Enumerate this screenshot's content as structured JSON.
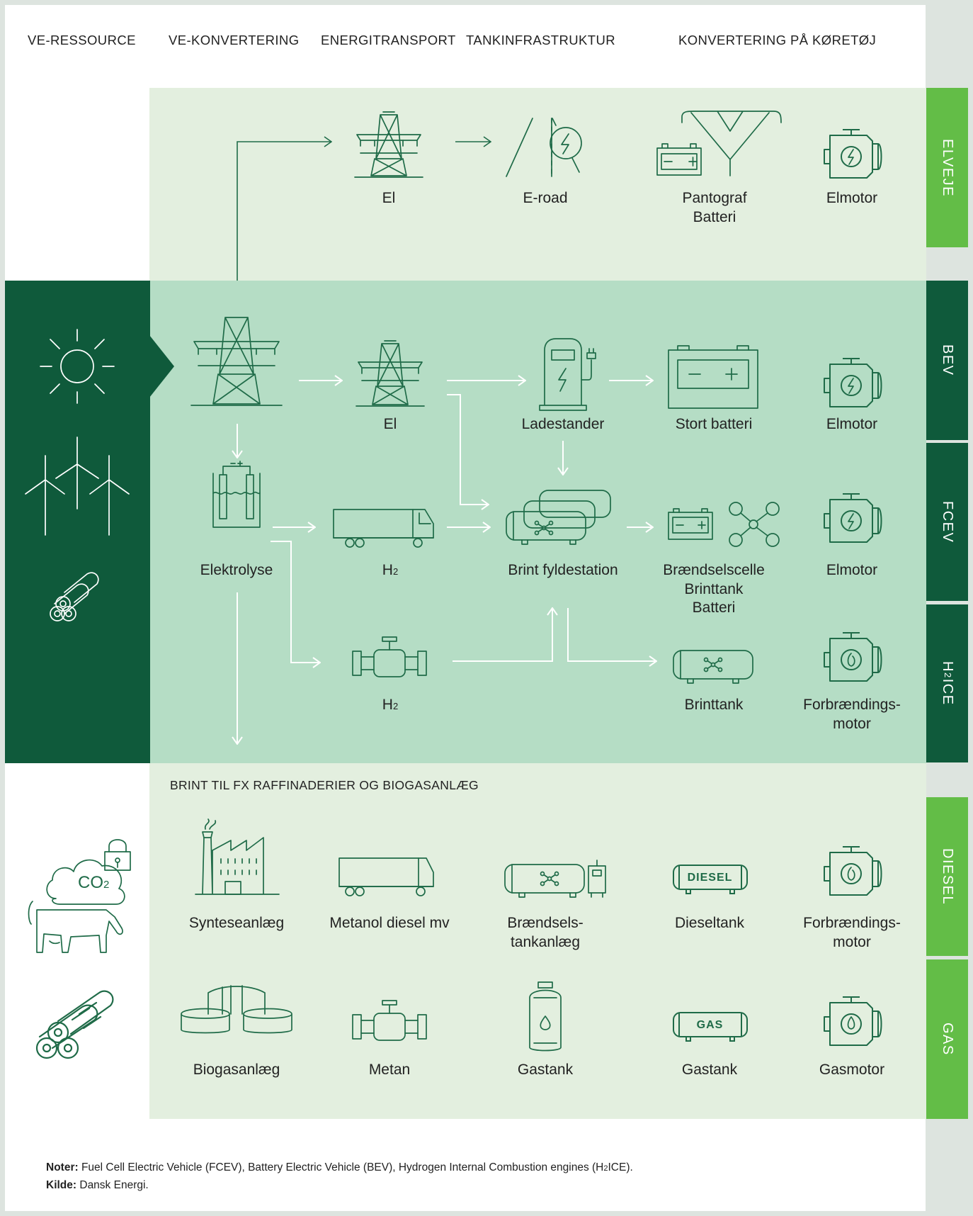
{
  "column_headers": [
    "VE-RESSOURCE",
    "VE-KONVERTERING",
    "ENERGITRANSPORT",
    "TANKINFRASTRUKTUR",
    "KONVERTERING PÅ KØRETØJ"
  ],
  "side_tabs": [
    "ELVEJE",
    "BEV",
    "FCEV",
    "ICE",
    "DIESEL",
    "GAS"
  ],
  "h2ice_tab": {
    "prefix": "H",
    "sub": "2",
    "rest": "ICE"
  },
  "elveje_row": {
    "el": "El",
    "eroad": "E-road",
    "pantograf": "Pantograf\nBatteri",
    "elmotor": "Elmotor"
  },
  "bev_row": {
    "el": "El",
    "ladestander": "Ladestander",
    "stort_batteri": "Stort batteri",
    "elmotor": "Elmotor"
  },
  "fcev_row": {
    "elektrolyse": "Elektrolyse",
    "h2": "H",
    "h2_sub": "2",
    "brint_fyldestation": "Brint fyldestation",
    "braendselscelle": "Brændselscelle\nBrinttank\nBatteri",
    "elmotor": "Elmotor"
  },
  "h2ice_row": {
    "h2": "H",
    "h2_sub": "2",
    "brinttank": "Brinttank",
    "motor": "Forbrændings-\nmotor"
  },
  "brint_caption": "BRINT TIL FX RAFFINADERIER OG BIOGASANLÆG",
  "diesel_row": {
    "synteseanlaeg": "Synteseanlæg",
    "metanol": "Metanol diesel mv",
    "braendselstankanlaeg": "Brændsels-\ntankanlæg",
    "dieseltank": "Dieseltank",
    "motor": "Forbrændings-\nmotor",
    "tank_badge": "DIESEL"
  },
  "gas_row": {
    "biogasanlaeg": "Biogasanlæg",
    "metan": "Metan",
    "gastank_station": "Gastank",
    "gastank_vehicle": "Gastank",
    "gasmotor": "Gasmotor",
    "tank_badge": "GAS"
  },
  "co2_label": {
    "main": "CO",
    "sub": "2"
  },
  "notes": {
    "noter_label": "Noter:",
    "noter_text_a": " Fuel Cell Electric Vehicle (FCEV), Battery Electric Vehicle (BEV), Hydrogen Internal Combustion engines (H",
    "noter_sub": "2",
    "noter_text_b": "ICE).",
    "kilde_label": "Kilde:",
    "kilde_text": " Dansk Energi."
  },
  "colors": {
    "light_band": "#e3efdf",
    "mid_band": "#b5ddc5",
    "dark_green": "#0f5a3b",
    "tab_green": "#63bd47",
    "icon_stroke": "#1f6b48"
  }
}
